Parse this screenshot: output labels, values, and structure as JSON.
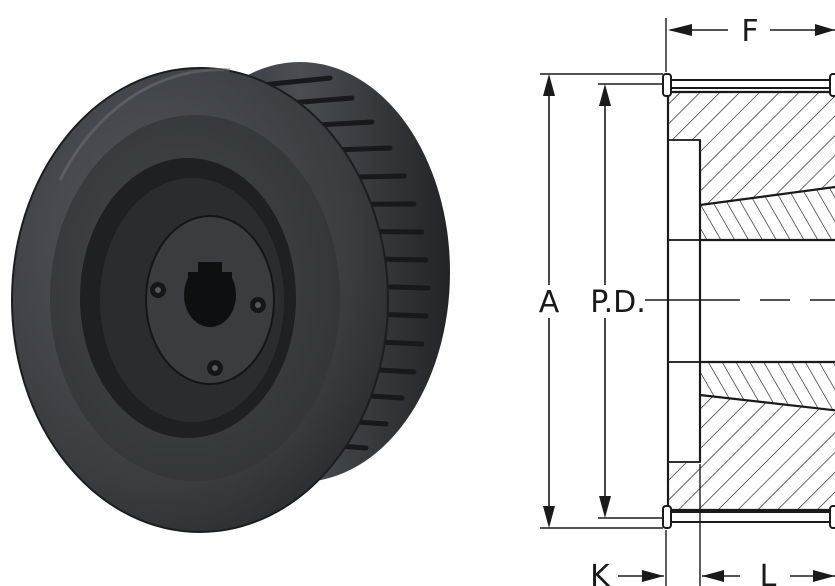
{
  "photo": {
    "subject": "timing-pulley-with-taper-bushing"
  },
  "drawing": {
    "labels": {
      "face_width": "F",
      "outside_diameter": "A",
      "pitch_diameter": "P.D.",
      "flange_offset": "K",
      "hub_length": "L"
    }
  },
  "colors": {
    "pulley_body": "#3b3d40",
    "pulley_dark": "#1e1f21",
    "line": "#1a1a1a",
    "background": "#ffffff"
  }
}
